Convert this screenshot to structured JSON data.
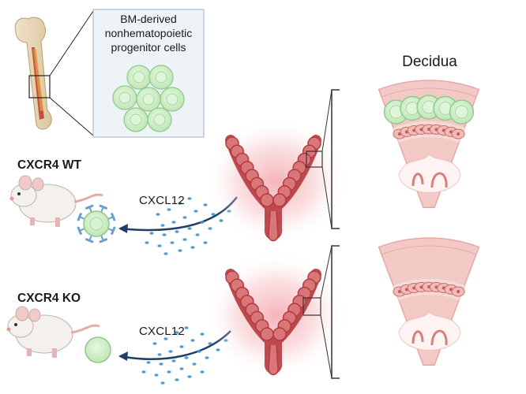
{
  "bm_cells_label": "BM-derived nonhematopoietic progenitor cells",
  "decidua_label": "Decidua",
  "groups": [
    {
      "label": "CXCR4 WT",
      "chemokine": "CXCL12",
      "receptors": true,
      "cell_recruited": true
    },
    {
      "label": "CXCR4 KO",
      "chemokine": "CXCL12",
      "receptors": false,
      "cell_recruited": false
    }
  ],
  "colors": {
    "cell_fill": "#cdeec6",
    "cell_stroke": "#8fc98a",
    "uterus": "#b53a3f",
    "uterus_glow": "#f3a8ad",
    "decidua_tissue": "#f3c9c6",
    "receptor": "#6a9fd0",
    "chemokine_dots": "#3f93cc",
    "arrow": "#1f3f66"
  }
}
